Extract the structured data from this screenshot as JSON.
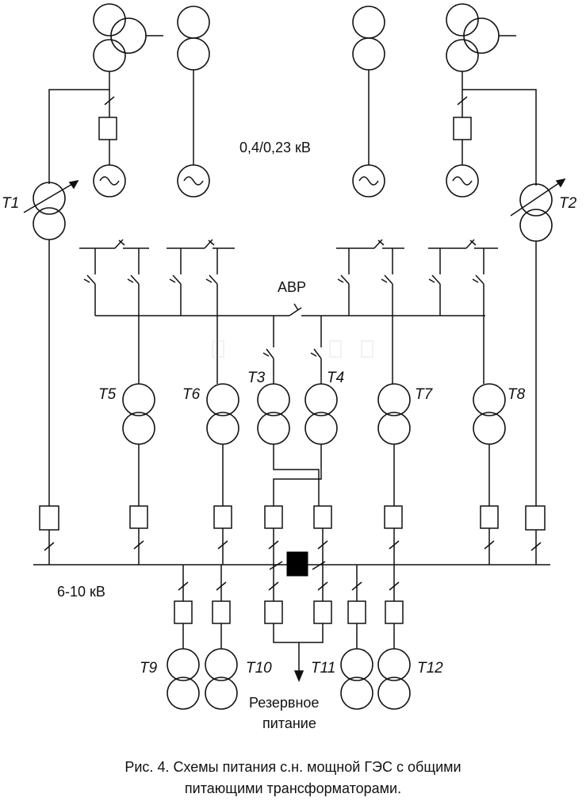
{
  "labels": {
    "t1": "Т1",
    "t2": "Т2",
    "t3": "Т3",
    "t4": "Т4",
    "t5": "Т5",
    "t6": "Т6",
    "t7": "Т7",
    "t8": "Т8",
    "t9": "Т9",
    "t10": "Т10",
    "t11": "Т11",
    "t12": "Т12",
    "voltage_low": "0,4/0,23 кВ",
    "voltage_high": "6-10 кВ",
    "avr": "АВР",
    "reserve_line1": "Резервное",
    "reserve_line2": "питание"
  },
  "caption": {
    "line1": "Рис. 4.  Схемы питания с.н. мощной ГЭС с общими",
    "line2": "питающими трансформаторами."
  },
  "colors": {
    "stroke": "#111111",
    "breaker": "#000000"
  }
}
